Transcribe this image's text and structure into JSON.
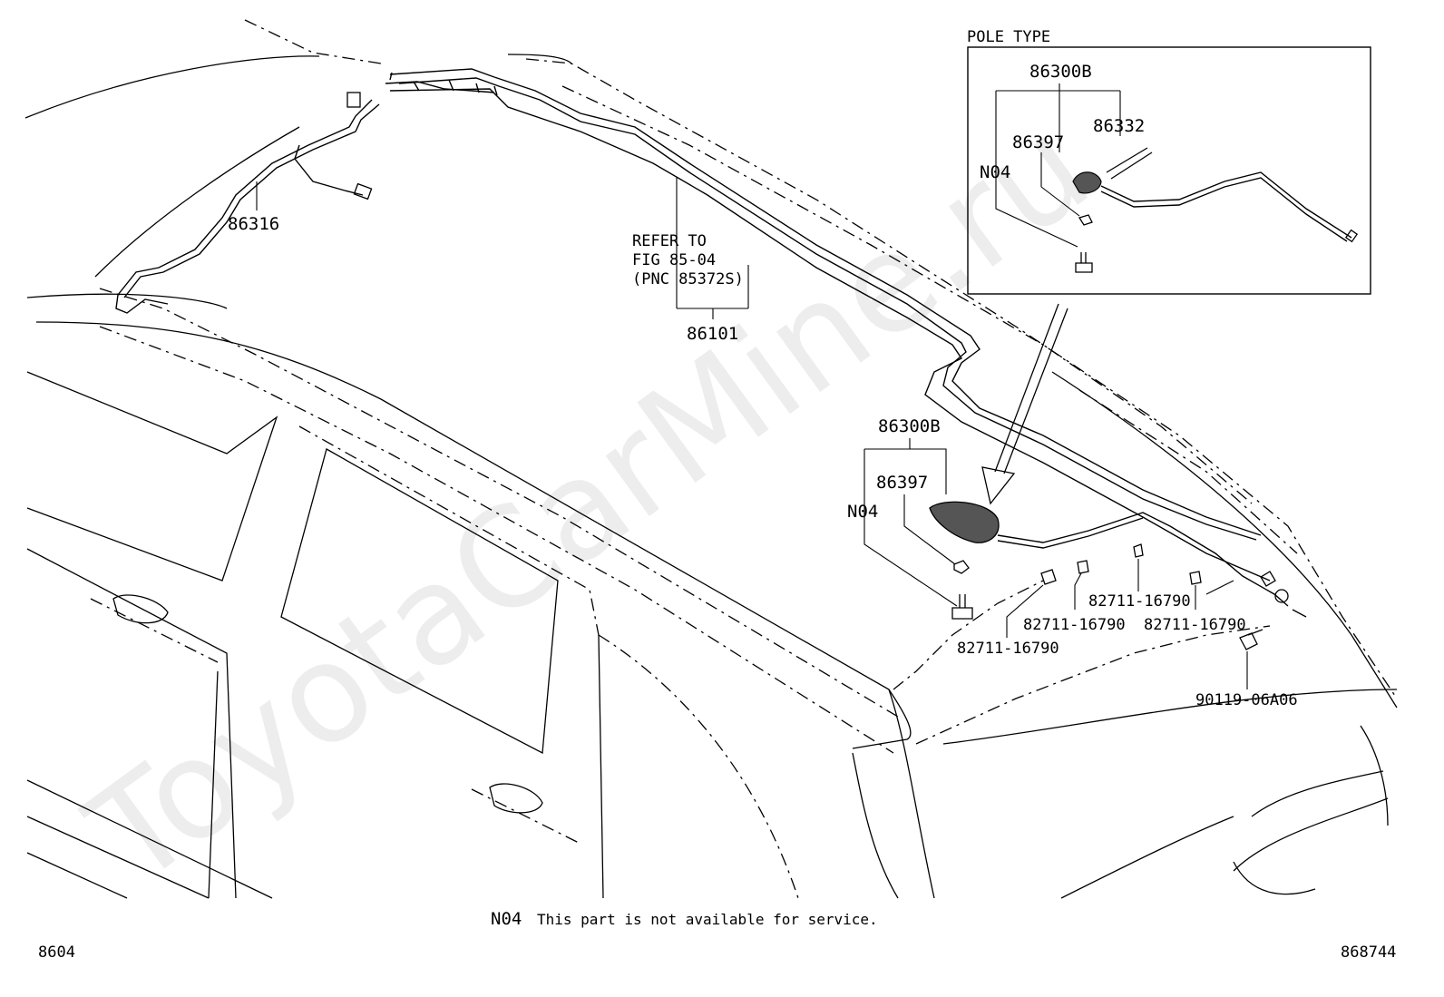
{
  "labels": {
    "pole_type": "POLE TYPE",
    "inset_86300B": "86300B",
    "inset_86332": "86332",
    "inset_86397": "86397",
    "inset_N04": "N04",
    "p_86316": "86316",
    "refer_line1": "REFER TO",
    "refer_line2": "FIG 85-04",
    "refer_line3": "(PNC 85372S)",
    "p_86101": "86101",
    "main_86300B": "86300B",
    "main_86397": "86397",
    "main_N04": "N04",
    "clip_a": "82711-16790",
    "clip_b": "82711-16790",
    "clip_c": "82711-16790",
    "clip_d": "82711-16790",
    "bolt": "90119-06A06"
  },
  "footer": {
    "note_code": "N04",
    "note_text": "This part is not available for service.",
    "left_code": "8604",
    "right_code": "868744"
  },
  "watermark": "ToyotaCarMine.ru"
}
